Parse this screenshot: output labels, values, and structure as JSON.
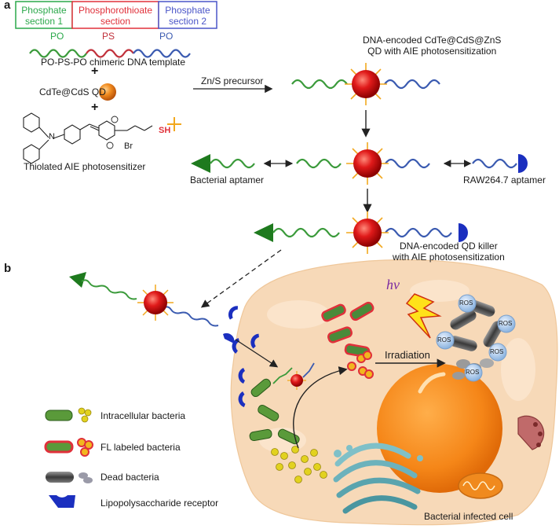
{
  "panel_a": {
    "label": "a",
    "sections": [
      {
        "label": "Phosphate\nsection 1",
        "color": "#2aa84a"
      },
      {
        "label": "Phosphorothioate\nsection",
        "color": "#e0303a"
      },
      {
        "label": "Phosphate\nsection 2",
        "color": "#4a55c8"
      }
    ],
    "strand_labels": {
      "po_left": "PO",
      "ps": "PS",
      "po_right": "PO"
    },
    "template_caption": "PO-PS-PO chimeric DNA template",
    "plus_1": "+",
    "qd_label": "CdTe@CdS QD",
    "plus_2": "+",
    "aie_caption": "Thiolated AIE photosensitizer",
    "br_label": "Br",
    "sh_label": "SH",
    "n_label": "N",
    "arrow_label": "Zn/S precursor",
    "product_1": "DNA-encoded CdTe@CdS@ZnS\nQD with AIE photosensitization",
    "bacterial_aptamer": "Bacterial aptamer",
    "raw_aptamer": "RAW264.7 aptamer",
    "product_2": "DNA-encoded QD killer\nwith AIE photosensitization"
  },
  "panel_b": {
    "label": "b",
    "hv": "hν",
    "irradiation": "Irradiation",
    "ros_labels": [
      "ROS",
      "ROS",
      "ROS",
      "ROS",
      "ROS"
    ],
    "legend": [
      {
        "label": "Intracellular bacteria"
      },
      {
        "label": "FL labeled bacteria"
      },
      {
        "label": "Dead bacteria"
      },
      {
        "label": "Lipopolysaccharide receptor"
      }
    ],
    "cell_caption": "Bacterial infected cell"
  },
  "colors": {
    "green_dna": "#3a9a3a",
    "red_dna": "#c0303a",
    "blue_dna": "#3a5ab0",
    "qd_red": "#d41818",
    "spike": "#f2a81e",
    "cell": "#f7d9b8",
    "nucleus": "#f58c1e",
    "receptor": "#1b2fbf"
  }
}
